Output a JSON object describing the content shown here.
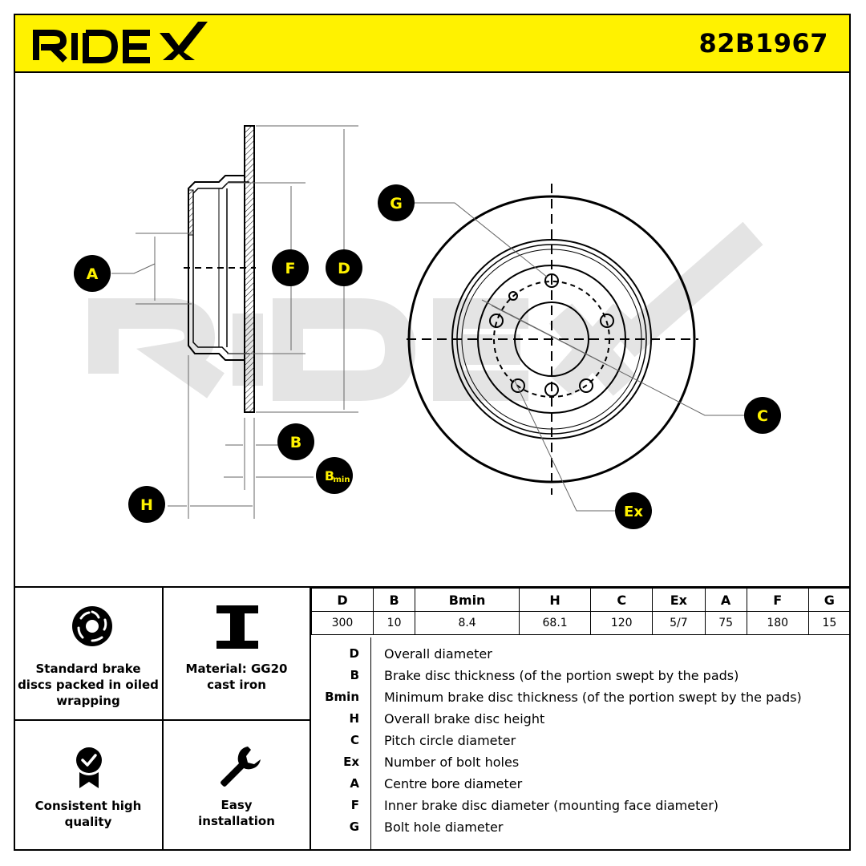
{
  "header": {
    "brand": "RIDEX",
    "part_number": "82B1967"
  },
  "drawing_labels": {
    "A": "A",
    "B": "B",
    "Bmin_main": "B",
    "Bmin_sub": "min",
    "D": "D",
    "F": "F",
    "G": "G",
    "H": "H",
    "C": "C",
    "Ex": "Ex"
  },
  "features": [
    {
      "text_1": "Standard brake",
      "text_2": "discs packed in oiled",
      "text_3": "wrapping",
      "icon": "brake-disc-icon"
    },
    {
      "text_1": "Material: GG20",
      "text_2": "cast iron",
      "icon": "i-beam-icon"
    },
    {
      "text_1": "Consistent high",
      "text_2": "quality",
      "icon": "quality-badge-icon"
    },
    {
      "text_1": "Easy",
      "text_2": "installation",
      "icon": "wrench-icon"
    }
  ],
  "spec_table": {
    "headers": [
      "D",
      "B",
      "Bmin",
      "H",
      "C",
      "Ex",
      "A",
      "F",
      "G"
    ],
    "values": [
      "300",
      "10",
      "8.4",
      "68.1",
      "120",
      "5/7",
      "75",
      "180",
      "15"
    ]
  },
  "legend": [
    {
      "key": "D",
      "desc": "Overall diameter"
    },
    {
      "key": "B",
      "desc": "Brake disc thickness (of the portion swept by the pads)"
    },
    {
      "key": "Bmin",
      "desc": "Minimum brake disc thickness (of the portion swept by the pads)"
    },
    {
      "key": "H",
      "desc": "Overall brake disc height"
    },
    {
      "key": "C",
      "desc": "Pitch circle diameter"
    },
    {
      "key": "Ex",
      "desc": "Number of bolt holes"
    },
    {
      "key": "A",
      "desc": "Centre bore diameter"
    },
    {
      "key": "F",
      "desc": "Inner brake disc diameter (mounting face diameter)"
    },
    {
      "key": "G",
      "desc": "Bolt hole diameter"
    }
  ],
  "colors": {
    "header_bg": "#fff200",
    "watermark": "#e4e4e4",
    "badge_bg": "#000000",
    "badge_text_yellow": "#fff200"
  }
}
